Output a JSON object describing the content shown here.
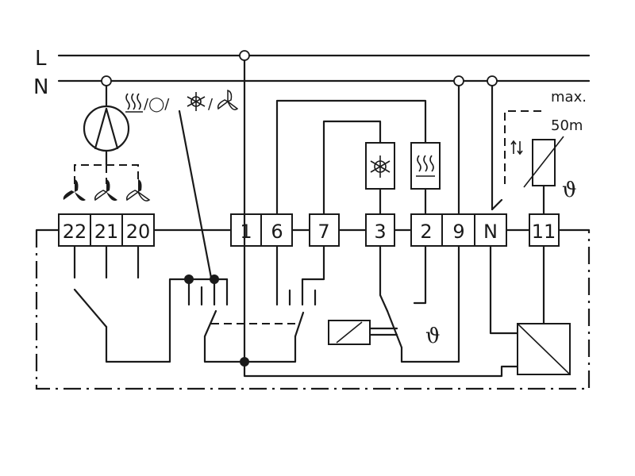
{
  "buses": [
    {
      "label": "L"
    },
    {
      "label": "N"
    }
  ],
  "terminals": [
    {
      "label": "22"
    },
    {
      "label": "21"
    },
    {
      "label": "20"
    },
    {
      "label": "1"
    },
    {
      "label": "6"
    },
    {
      "label": "7"
    },
    {
      "label": "3"
    },
    {
      "label": "2"
    },
    {
      "label": "9"
    },
    {
      "label": "N"
    },
    {
      "label": "11"
    }
  ],
  "mode_selector": {
    "label": "/◯/",
    "modes": [
      "heating-mode-icon",
      "off-mode-icon",
      "cooling-mode-icon",
      "fan-mode-icon"
    ]
  },
  "sensor": {
    "max_label": "max.",
    "length_label": "50m",
    "theta_symbol": "ϑ"
  },
  "relay": {
    "theta_symbol": "ϑ"
  },
  "colors": {
    "line": "#1a1a1a",
    "background": "#ffffff"
  }
}
